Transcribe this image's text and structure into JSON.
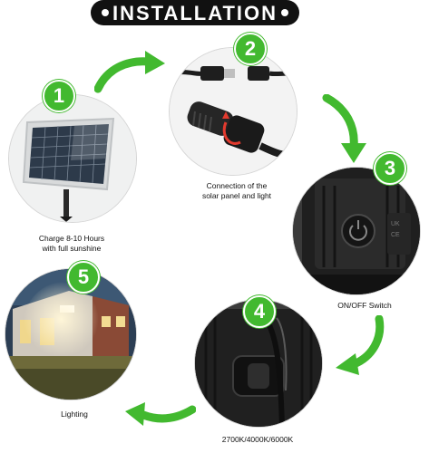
{
  "title": "INSTALLATION",
  "accent_color": "#42b92f",
  "steps": [
    {
      "number": "1",
      "caption_line1": "Charge 8-10 Hours",
      "caption_line2": "with full sunshine",
      "icon": "solar-panel-icon"
    },
    {
      "number": "2",
      "caption_line1": "Connection of the",
      "caption_line2": "solar panel and light",
      "icon": "cable-connector-icon"
    },
    {
      "number": "3",
      "caption_line1": "ON/OFF Switch",
      "caption_line2": "",
      "icon": "power-switch-icon"
    },
    {
      "number": "4",
      "caption_line1": "2700K/4000K/6000K",
      "caption_line2": "",
      "icon": "color-temperature-switch-icon"
    },
    {
      "number": "5",
      "caption_line1": "Lighting",
      "caption_line2": "",
      "icon": "house-lighting-icon"
    }
  ]
}
